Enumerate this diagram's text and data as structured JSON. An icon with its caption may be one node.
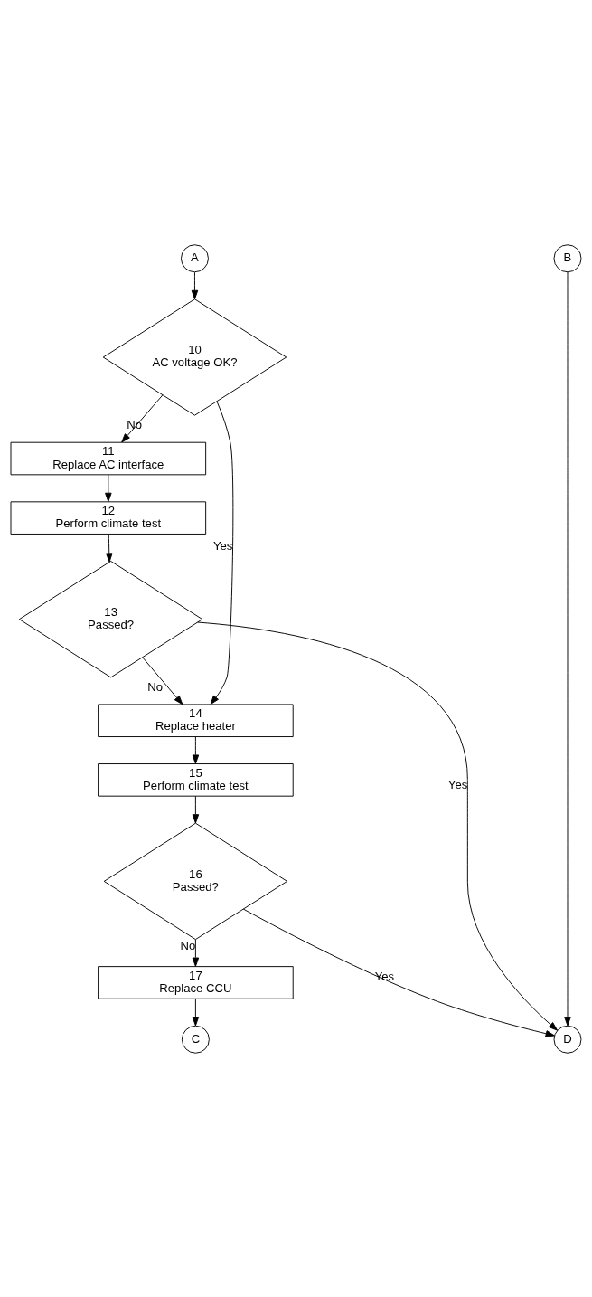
{
  "diagram": {
    "nodes": [
      {
        "text": [
          "A"
        ]
      },
      {
        "text": [
          "B"
        ]
      },
      {
        "text": [
          "10",
          "AC voltage OK?"
        ]
      },
      {
        "text": [
          "11",
          "Replace AC interface"
        ]
      },
      {
        "text": [
          "12",
          "Perform climate test"
        ]
      },
      {
        "text": [
          "13",
          "Passed?"
        ]
      },
      {
        "text": [
          "14",
          "Replace heater"
        ]
      },
      {
        "text": [
          "15",
          "Perform climate test"
        ]
      },
      {
        "text": [
          "16",
          "Passed?"
        ]
      },
      {
        "text": [
          "17",
          "Replace CCU"
        ]
      },
      {
        "text": [
          "C"
        ]
      },
      {
        "text": [
          "D"
        ]
      }
    ],
    "edges": [
      {
        "from": 0,
        "to": 2,
        "arrow": "to"
      },
      {
        "from": 2,
        "to": 3,
        "arrow": "to",
        "label": "No"
      },
      {
        "from": 2,
        "to": 6,
        "arrow": "to",
        "label": "Yes"
      },
      {
        "from": 3,
        "to": 4,
        "arrow": "to"
      },
      {
        "from": 4,
        "to": 5,
        "arrow": "to"
      },
      {
        "from": 5,
        "to": 6,
        "arrow": "to",
        "label": "No"
      },
      {
        "from": 5,
        "to": 11,
        "arrow": "to",
        "label": "Yes"
      },
      {
        "from": 6,
        "to": 7,
        "arrow": "to"
      },
      {
        "from": 7,
        "to": 8,
        "arrow": "to"
      },
      {
        "from": 8,
        "to": 9,
        "arrow": "to",
        "label": "No"
      },
      {
        "from": 8,
        "to": 11,
        "arrow": "to",
        "label": "Yes"
      },
      {
        "from": 9,
        "to": 10,
        "arrow": "to"
      },
      {
        "from": 1,
        "to": 11,
        "arrow": "to"
      }
    ]
  }
}
